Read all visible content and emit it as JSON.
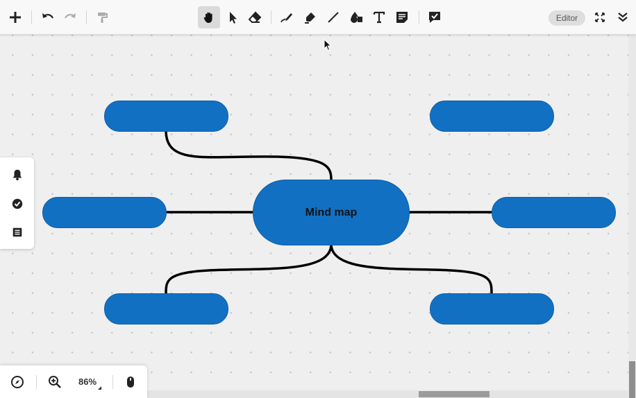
{
  "toolbar": {
    "left": [
      {
        "icon": "plus-icon",
        "label": "Add"
      },
      {
        "icon": "undo-icon",
        "label": "Undo"
      },
      {
        "icon": "redo-icon",
        "label": "Redo"
      },
      {
        "icon": "paint-roller-icon",
        "label": "Format painter"
      }
    ],
    "tools": [
      {
        "icon": "hand-icon",
        "label": "Pan",
        "active": true
      },
      {
        "icon": "pointer-icon",
        "label": "Select"
      },
      {
        "icon": "eraser-icon",
        "label": "Eraser"
      },
      {
        "icon": "pen-icon",
        "label": "Pen"
      },
      {
        "icon": "highlighter-icon",
        "label": "Highlighter"
      },
      {
        "icon": "line-icon",
        "label": "Line"
      },
      {
        "icon": "shapes-icon",
        "label": "Shapes"
      },
      {
        "icon": "text-icon",
        "label": "Text"
      },
      {
        "icon": "sticky-note-icon",
        "label": "Sticky note"
      }
    ],
    "comment_icon": "comment-check-icon",
    "mode_label": "Editor",
    "right": [
      {
        "icon": "fullscreen-icon",
        "label": "Fullscreen"
      },
      {
        "icon": "collapse-icon",
        "label": "Collapse toolbar"
      }
    ]
  },
  "side_panel": [
    {
      "icon": "bell-icon",
      "label": "Notifications"
    },
    {
      "icon": "check-circle-icon",
      "label": "Tasks"
    },
    {
      "icon": "list-icon",
      "label": "Outline"
    }
  ],
  "bottom_panel": {
    "compass_icon": "compass-icon",
    "zoom_icon": "zoom-in-icon",
    "zoom_value": "86%",
    "mouse_icon": "mouse-icon"
  },
  "mind_map": {
    "central_label": "Mind map",
    "node_color": "#1270c3",
    "line_color": "#000000",
    "children_count": 6
  }
}
